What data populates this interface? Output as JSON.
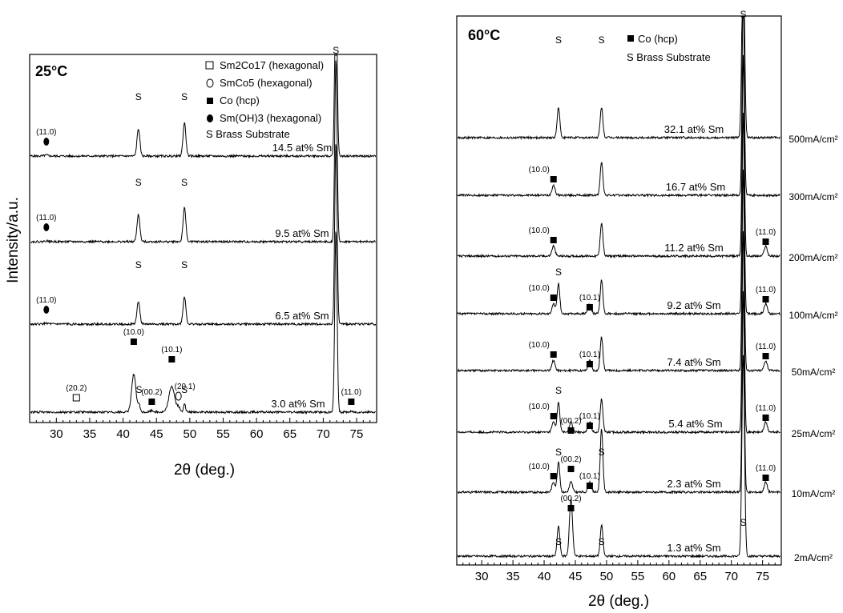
{
  "chart_data": [
    {
      "type": "line",
      "panel": "left",
      "title": "25°C",
      "xlabel": "2θ (deg.)",
      "ylabel": "Intensity/a.u.",
      "xlim": [
        26,
        78
      ],
      "xticks": [
        30,
        35,
        40,
        45,
        50,
        55,
        60,
        65,
        70,
        75
      ],
      "grid": false,
      "legend_position": "top-right",
      "legend": [
        {
          "symbol": "open-square",
          "label": "Sm2Co17 (hexagonal)"
        },
        {
          "symbol": "open-circle",
          "label": "SmCo5 (hexagonal)"
        },
        {
          "symbol": "filled-square",
          "label": "Co (hcp)"
        },
        {
          "symbol": "filled-circle",
          "label": "Sm(OH)3 (hexagonal)"
        },
        {
          "symbol": "S",
          "label": "S Brass Substrate"
        }
      ],
      "series": [
        {
          "name": "14.5 at% Sm",
          "base": 3.6,
          "peaks": [
            [
              28.5,
              0.03,
              0.4
            ],
            [
              42.3,
              0.9,
              0.3
            ],
            [
              49.2,
              1.1,
              0.3
            ],
            [
              71.9,
              6,
              0.25
            ]
          ]
        },
        {
          "name": "9.5 at% Sm",
          "base": 2.5,
          "peaks": [
            [
              28.5,
              0.03,
              0.4
            ],
            [
              42.3,
              0.9,
              0.3
            ],
            [
              49.2,
              1.1,
              0.3
            ],
            [
              71.9,
              6,
              0.25
            ]
          ]
        },
        {
          "name": "6.5 at% Sm",
          "base": 1.5,
          "peaks": [
            [
              28.5,
              0.03,
              0.4
            ],
            [
              42.3,
              0.75,
              0.3
            ],
            [
              49.2,
              0.9,
              0.3
            ],
            [
              71.9,
              6,
              0.25
            ]
          ]
        },
        {
          "name": "3.0 at% Sm",
          "base": 0.2,
          "peaks": [
            [
              41.6,
              1.25,
              0.45
            ],
            [
              42.4,
              0.25,
              0.2
            ],
            [
              44.3,
              0.05,
              0.4
            ],
            [
              47.3,
              0.85,
              0.6
            ],
            [
              48.3,
              0.15,
              0.3
            ],
            [
              49.2,
              0.3,
              0.2
            ],
            [
              71.9,
              6,
              0.25
            ],
            [
              74.2,
              0.02,
              0.4
            ]
          ]
        }
      ],
      "annotations": [
        {
          "x": 28.5,
          "row": 0,
          "symbol": "filled-circle",
          "label": "(11.0)"
        },
        {
          "x": 42.3,
          "row": 0,
          "symbol": "S"
        },
        {
          "x": 49.2,
          "row": 0,
          "symbol": "S"
        },
        {
          "x": 71.9,
          "row": 0,
          "symbol": "S"
        },
        {
          "x": 28.5,
          "row": 1,
          "symbol": "filled-circle",
          "label": "(11.0)"
        },
        {
          "x": 42.3,
          "row": 1,
          "symbol": "S"
        },
        {
          "x": 49.2,
          "row": 1,
          "symbol": "S"
        },
        {
          "x": 28.5,
          "row": 2,
          "symbol": "filled-circle",
          "label": "(11.0)"
        },
        {
          "x": 42.3,
          "row": 2,
          "symbol": "S"
        },
        {
          "x": 49.2,
          "row": 2,
          "symbol": "S"
        },
        {
          "x": 33.0,
          "row": 3,
          "symbol": "open-square",
          "label": "(20.2)"
        },
        {
          "x": 41.6,
          "row": 3,
          "symbol": "filled-square",
          "label": "(10.0)"
        },
        {
          "x": 42.4,
          "row": 3,
          "symbol": "S"
        },
        {
          "x": 44.3,
          "row": 3,
          "symbol": "filled-square",
          "label": "(00.2)"
        },
        {
          "x": 47.3,
          "row": 3,
          "symbol": "filled-square",
          "label": "(10.1)"
        },
        {
          "x": 48.3,
          "row": 3,
          "symbol": "open-circle",
          "label": "(20.1)"
        },
        {
          "x": 49.2,
          "row": 3,
          "symbol": "S"
        },
        {
          "x": 74.2,
          "row": 3,
          "symbol": "filled-square",
          "label": "(11.0)"
        }
      ]
    },
    {
      "type": "line",
      "panel": "right",
      "title": "60°C",
      "xlabel": "2θ (deg.)",
      "xlim": [
        26,
        78
      ],
      "xticks": [
        30,
        35,
        40,
        45,
        50,
        55,
        60,
        65,
        70,
        75
      ],
      "grid": false,
      "legend_position": "top-center",
      "legend": [
        {
          "symbol": "filled-square",
          "label": "Co (hcp)"
        },
        {
          "symbol": "S",
          "label": "S Brass Substrate"
        }
      ],
      "series": [
        {
          "name": "32.1 at% Sm",
          "current": "500mA/cm²"
        },
        {
          "name": "16.7 at% Sm",
          "current": "300mA/cm²"
        },
        {
          "name": "11.2 at% Sm",
          "current": "200mA/cm²"
        },
        {
          "name": "9.2 at% Sm",
          "current": "100mA/cm²"
        },
        {
          "name": "7.4 at% Sm",
          "current": "50mA/cm²"
        },
        {
          "name": "5.4 at% Sm",
          "current": "25mA/cm²"
        },
        {
          "name": "2.3 at% Sm",
          "current": "10mA/cm²"
        },
        {
          "name": "1.3 at% Sm",
          "current": "2mA/cm²"
        }
      ],
      "annotations": [
        {
          "x": 42.3,
          "row": 0,
          "symbol": "S"
        },
        {
          "x": 49.2,
          "row": 0,
          "symbol": "S"
        },
        {
          "x": 71.9,
          "row": 0,
          "symbol": "S"
        },
        {
          "x": 41.5,
          "row": 1,
          "symbol": "filled-square",
          "label": "(10.0)"
        },
        {
          "x": 41.5,
          "row": 2,
          "symbol": "filled-square",
          "label": "(10.0)"
        },
        {
          "x": 75.5,
          "row": 2,
          "symbol": "filled-square",
          "label": "(11.0)"
        },
        {
          "x": 41.5,
          "row": 3,
          "symbol": "filled-square",
          "label": "(10.0)"
        },
        {
          "x": 42.3,
          "row": 3,
          "symbol": "S"
        },
        {
          "x": 47.3,
          "row": 3,
          "symbol": "filled-square",
          "label": "(10.1)"
        },
        {
          "x": 75.5,
          "row": 3,
          "symbol": "filled-square",
          "label": "(11.0)"
        },
        {
          "x": 41.5,
          "row": 4,
          "symbol": "filled-square",
          "label": "(10.0)"
        },
        {
          "x": 47.3,
          "row": 4,
          "symbol": "filled-square",
          "label": "(10.1)"
        },
        {
          "x": 75.5,
          "row": 4,
          "symbol": "filled-square",
          "label": "(11.0)"
        },
        {
          "x": 41.5,
          "row": 5,
          "symbol": "filled-square",
          "label": "(10.0)"
        },
        {
          "x": 42.3,
          "row": 5,
          "symbol": "S"
        },
        {
          "x": 44.3,
          "row": 5,
          "symbol": "filled-square",
          "label": "(00.2)"
        },
        {
          "x": 47.3,
          "row": 5,
          "symbol": "filled-square",
          "label": "(10.1)"
        },
        {
          "x": 75.5,
          "row": 5,
          "symbol": "filled-square",
          "label": "(11.0)"
        },
        {
          "x": 41.5,
          "row": 6,
          "symbol": "filled-square",
          "label": "(10.0)"
        },
        {
          "x": 42.3,
          "row": 6,
          "symbol": "S"
        },
        {
          "x": 44.3,
          "row": 6,
          "symbol": "filled-square",
          "label": "(00.2)"
        },
        {
          "x": 47.3,
          "row": 6,
          "symbol": "filled-square",
          "label": "(10.1)"
        },
        {
          "x": 49.2,
          "row": 6,
          "symbol": "S"
        },
        {
          "x": 75.5,
          "row": 6,
          "symbol": "filled-square",
          "label": "(11.0)"
        },
        {
          "x": 44.3,
          "row": 7,
          "symbol": "filled-square",
          "label": "(00.2)"
        },
        {
          "x": 42.3,
          "row": 7,
          "symbol": "S"
        },
        {
          "x": 49.2,
          "row": 7,
          "symbol": "S"
        },
        {
          "x": 71.9,
          "row": 7,
          "symbol": "S"
        }
      ]
    }
  ]
}
